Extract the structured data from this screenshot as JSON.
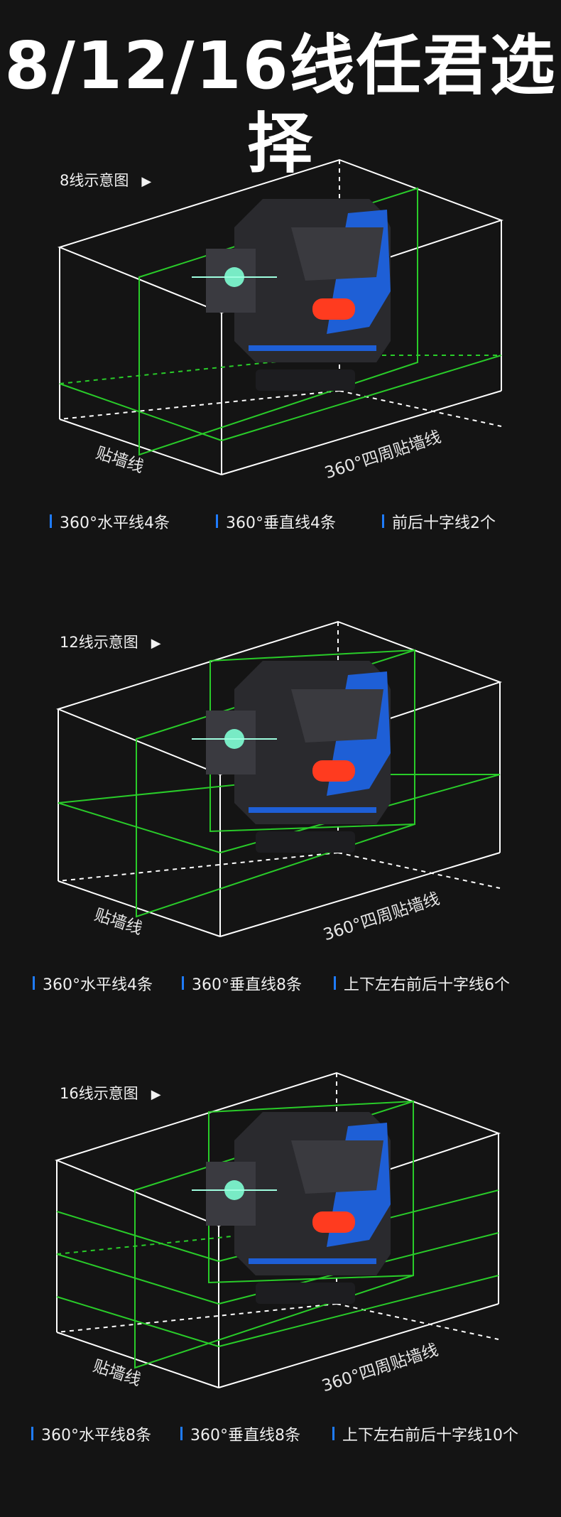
{
  "title": "8/12/16线任君选择",
  "arrow_glyph": "▶",
  "sections": [
    {
      "label": "8线示意图",
      "wall_label_left": "贴墙线",
      "wall_label_right": "360°四周贴墙线",
      "features": [
        "360°水平线4条",
        "360°垂直线4条",
        "前后十字线2个"
      ]
    },
    {
      "label": "12线示意图",
      "wall_label_left": "贴墙线",
      "wall_label_right": "360°四周贴墙线",
      "features": [
        "360°水平线4条",
        "360°垂直线8条",
        "上下左右前后十字线6个"
      ]
    },
    {
      "label": "16线示意图",
      "wall_label_left": "贴墙线",
      "wall_label_right": "360°四周贴墙线",
      "features": [
        "360°水平线8条",
        "360°垂直线8条",
        "上下左右前后十字线10个"
      ]
    }
  ],
  "colors": {
    "background": "#141414",
    "laser_green": "#2bd62b",
    "box_line": "#ffffff",
    "accent_blue": "#1f7cff",
    "device_blue": "#1e5fd6",
    "device_body": "#2a2a2e",
    "button_red": "#ff3b1f"
  }
}
